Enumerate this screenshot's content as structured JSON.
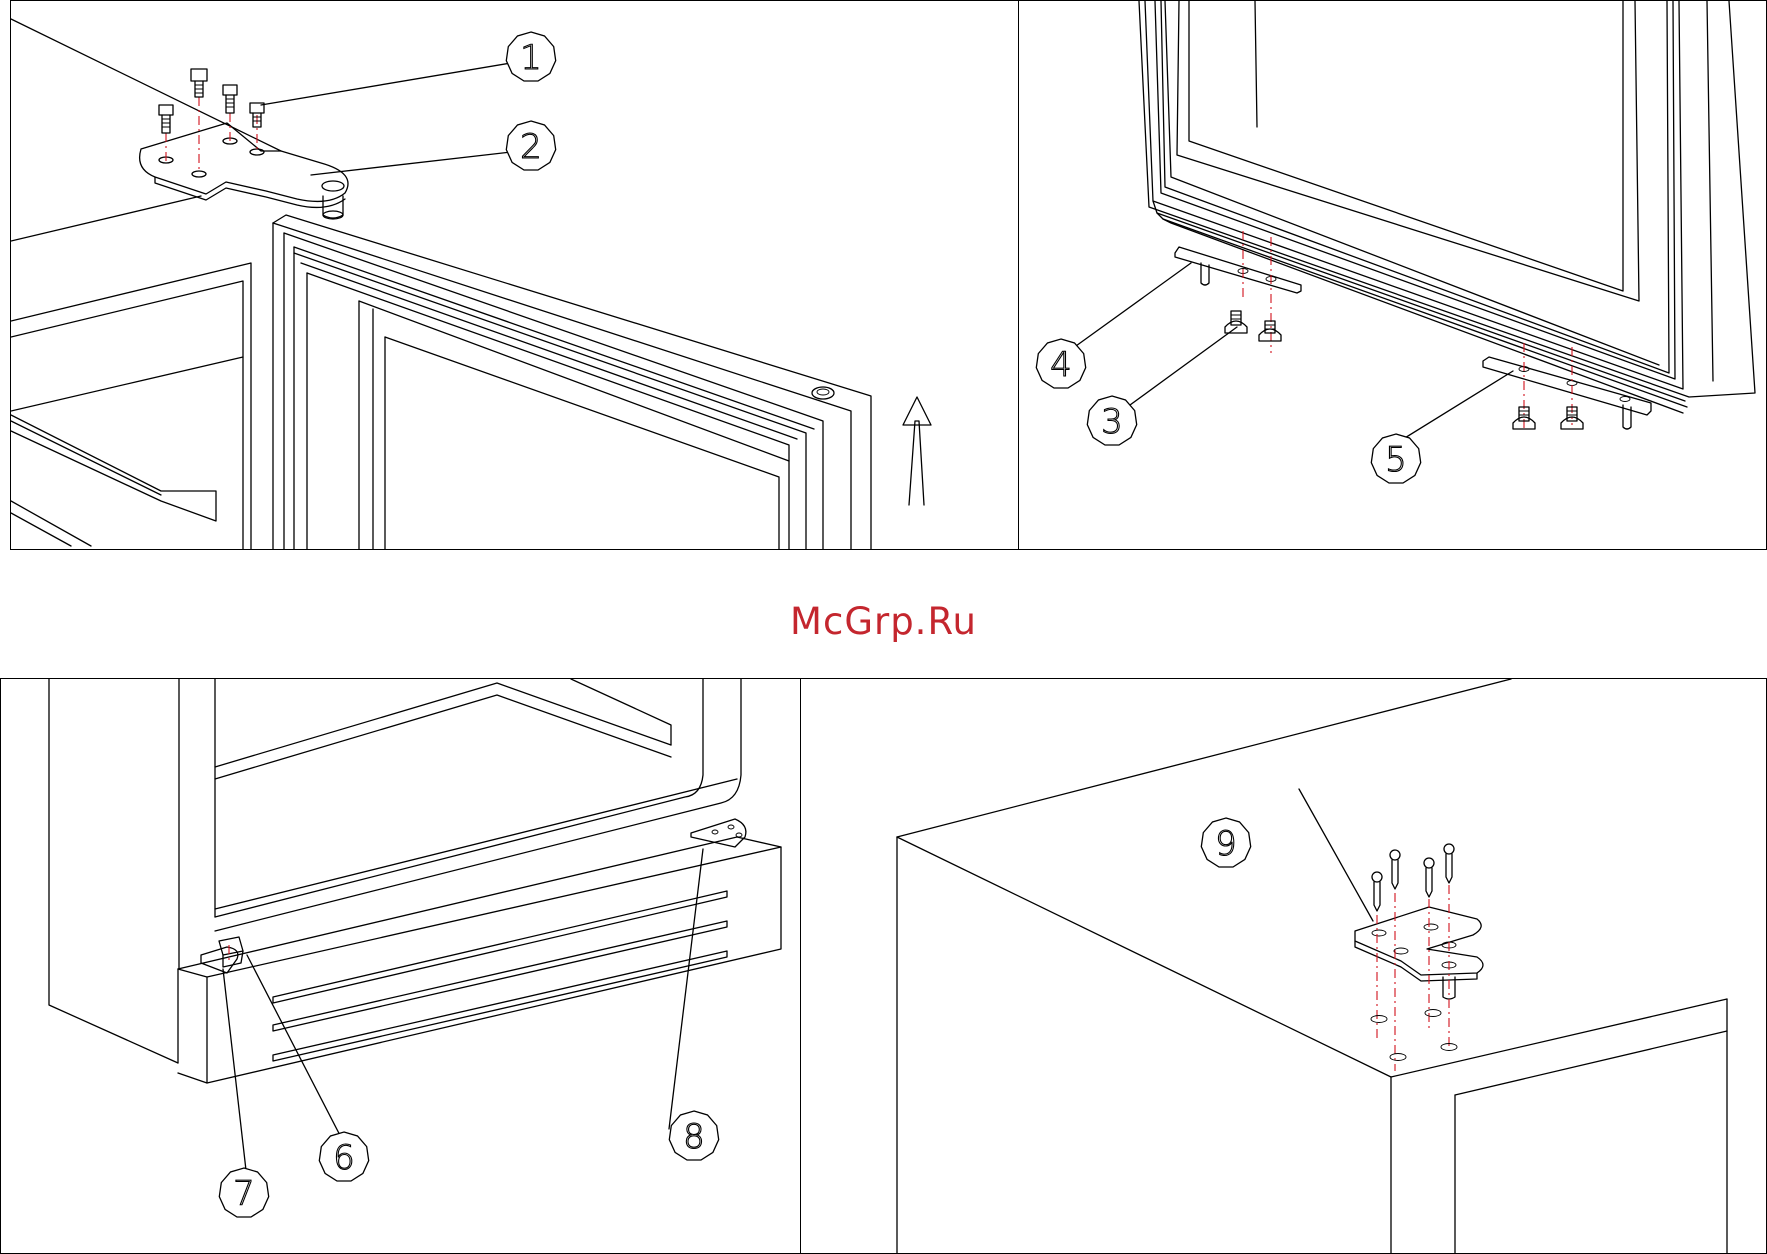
{
  "watermark": "McGrp.Ru",
  "callouts": [
    "1",
    "2",
    "3",
    "4",
    "5",
    "6",
    "7",
    "8",
    "9"
  ],
  "colors": {
    "line": "#000000",
    "axis": "#d1121d",
    "watermark": "#c4262e",
    "background": "#ffffff"
  },
  "icons": {
    "direction": "up-arrow-icon"
  }
}
